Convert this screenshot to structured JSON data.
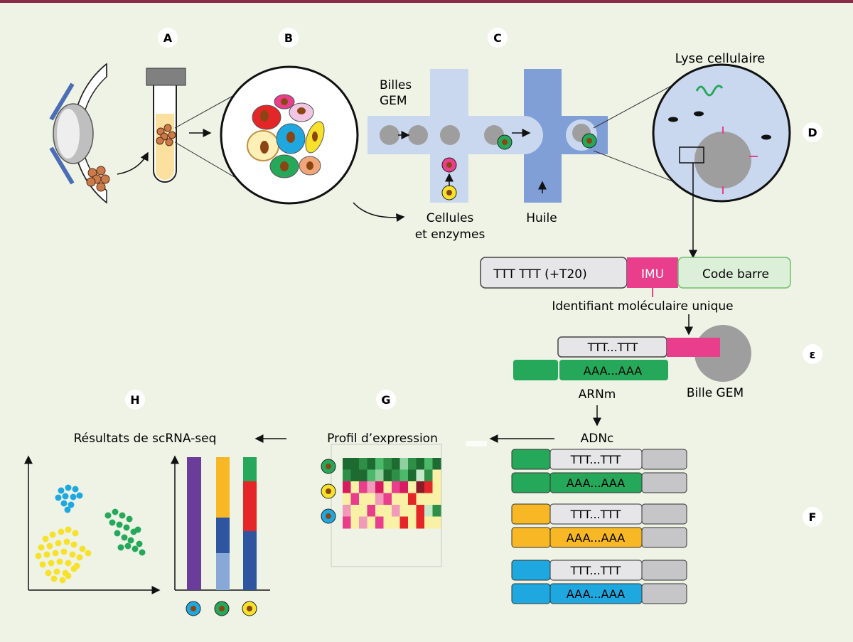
{
  "panel_letters": {
    "A": "A",
    "B": "B",
    "C": "C",
    "D": "D",
    "E": "ε",
    "F": "F",
    "G": "G",
    "H": "H"
  },
  "labels": {
    "billes_line1": "Billes",
    "billes_line2": "GEM",
    "cellules_line1": "Cellules",
    "cellules_line2": "et enzymes",
    "huile": "Huile",
    "lyse": "Lyse cellulaire",
    "ttt_long": "TTT TTT (+T20)",
    "imu": "IMU",
    "code_barre": "Code barre",
    "identifiant": "Identifiant moléculaire unique",
    "ttt_short": "TTT...TTT",
    "aaa_short": "AAA...AAA",
    "arnm": "ARNm",
    "bille_gem": "Bille GEM",
    "adnc": "ADNc",
    "profil": "Profil d’expression",
    "resultats": "Résultats de scRNA-seq"
  },
  "colors": {
    "background": "#eef3e6",
    "top_border": "#8b2b45",
    "green": "#26a85a",
    "yellow": "#f7e12b",
    "blue": "#1fa8e0",
    "orange": "#f8b826",
    "pink": "#e83e8c",
    "purple": "#6a3d9a",
    "dark_blue": "#2e56a0",
    "light_blue": "#88a8d8",
    "red": "#e52629",
    "channel_light": "#c9d8ef",
    "channel_dark": "#7f9fd6"
  },
  "icons": {
    "eye": "eye-icon",
    "tube": "test-tube-icon",
    "cell": "cell-icon",
    "bead": "gem-bead-icon"
  }
}
